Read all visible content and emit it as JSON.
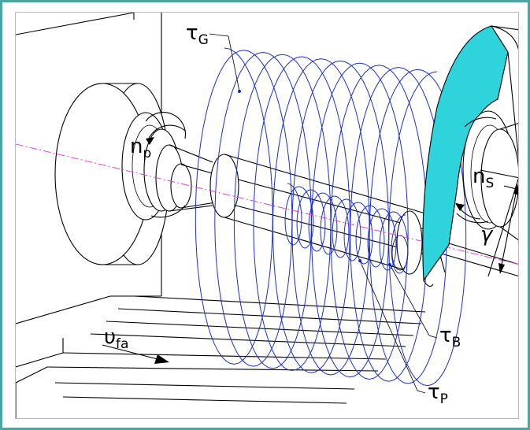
{
  "labels": {
    "tau_g": {
      "main": "τ",
      "sub": "G"
    },
    "n_p": {
      "main": "n",
      "sub": "p"
    },
    "n_s": {
      "main": "n",
      "sub": "S"
    },
    "gamma": {
      "main": "γ"
    },
    "v_fa": {
      "main": "υ",
      "sub": "fa"
    },
    "tau_b": {
      "main": "τ",
      "sub": "B"
    },
    "tau_p": {
      "main": "τ",
      "sub": "P"
    }
  },
  "colors": {
    "frame": "#4aa7a0",
    "grinding_wheel": "#2ed3dc",
    "helix": "#1a2ed0",
    "axis": "#e040e0"
  }
}
